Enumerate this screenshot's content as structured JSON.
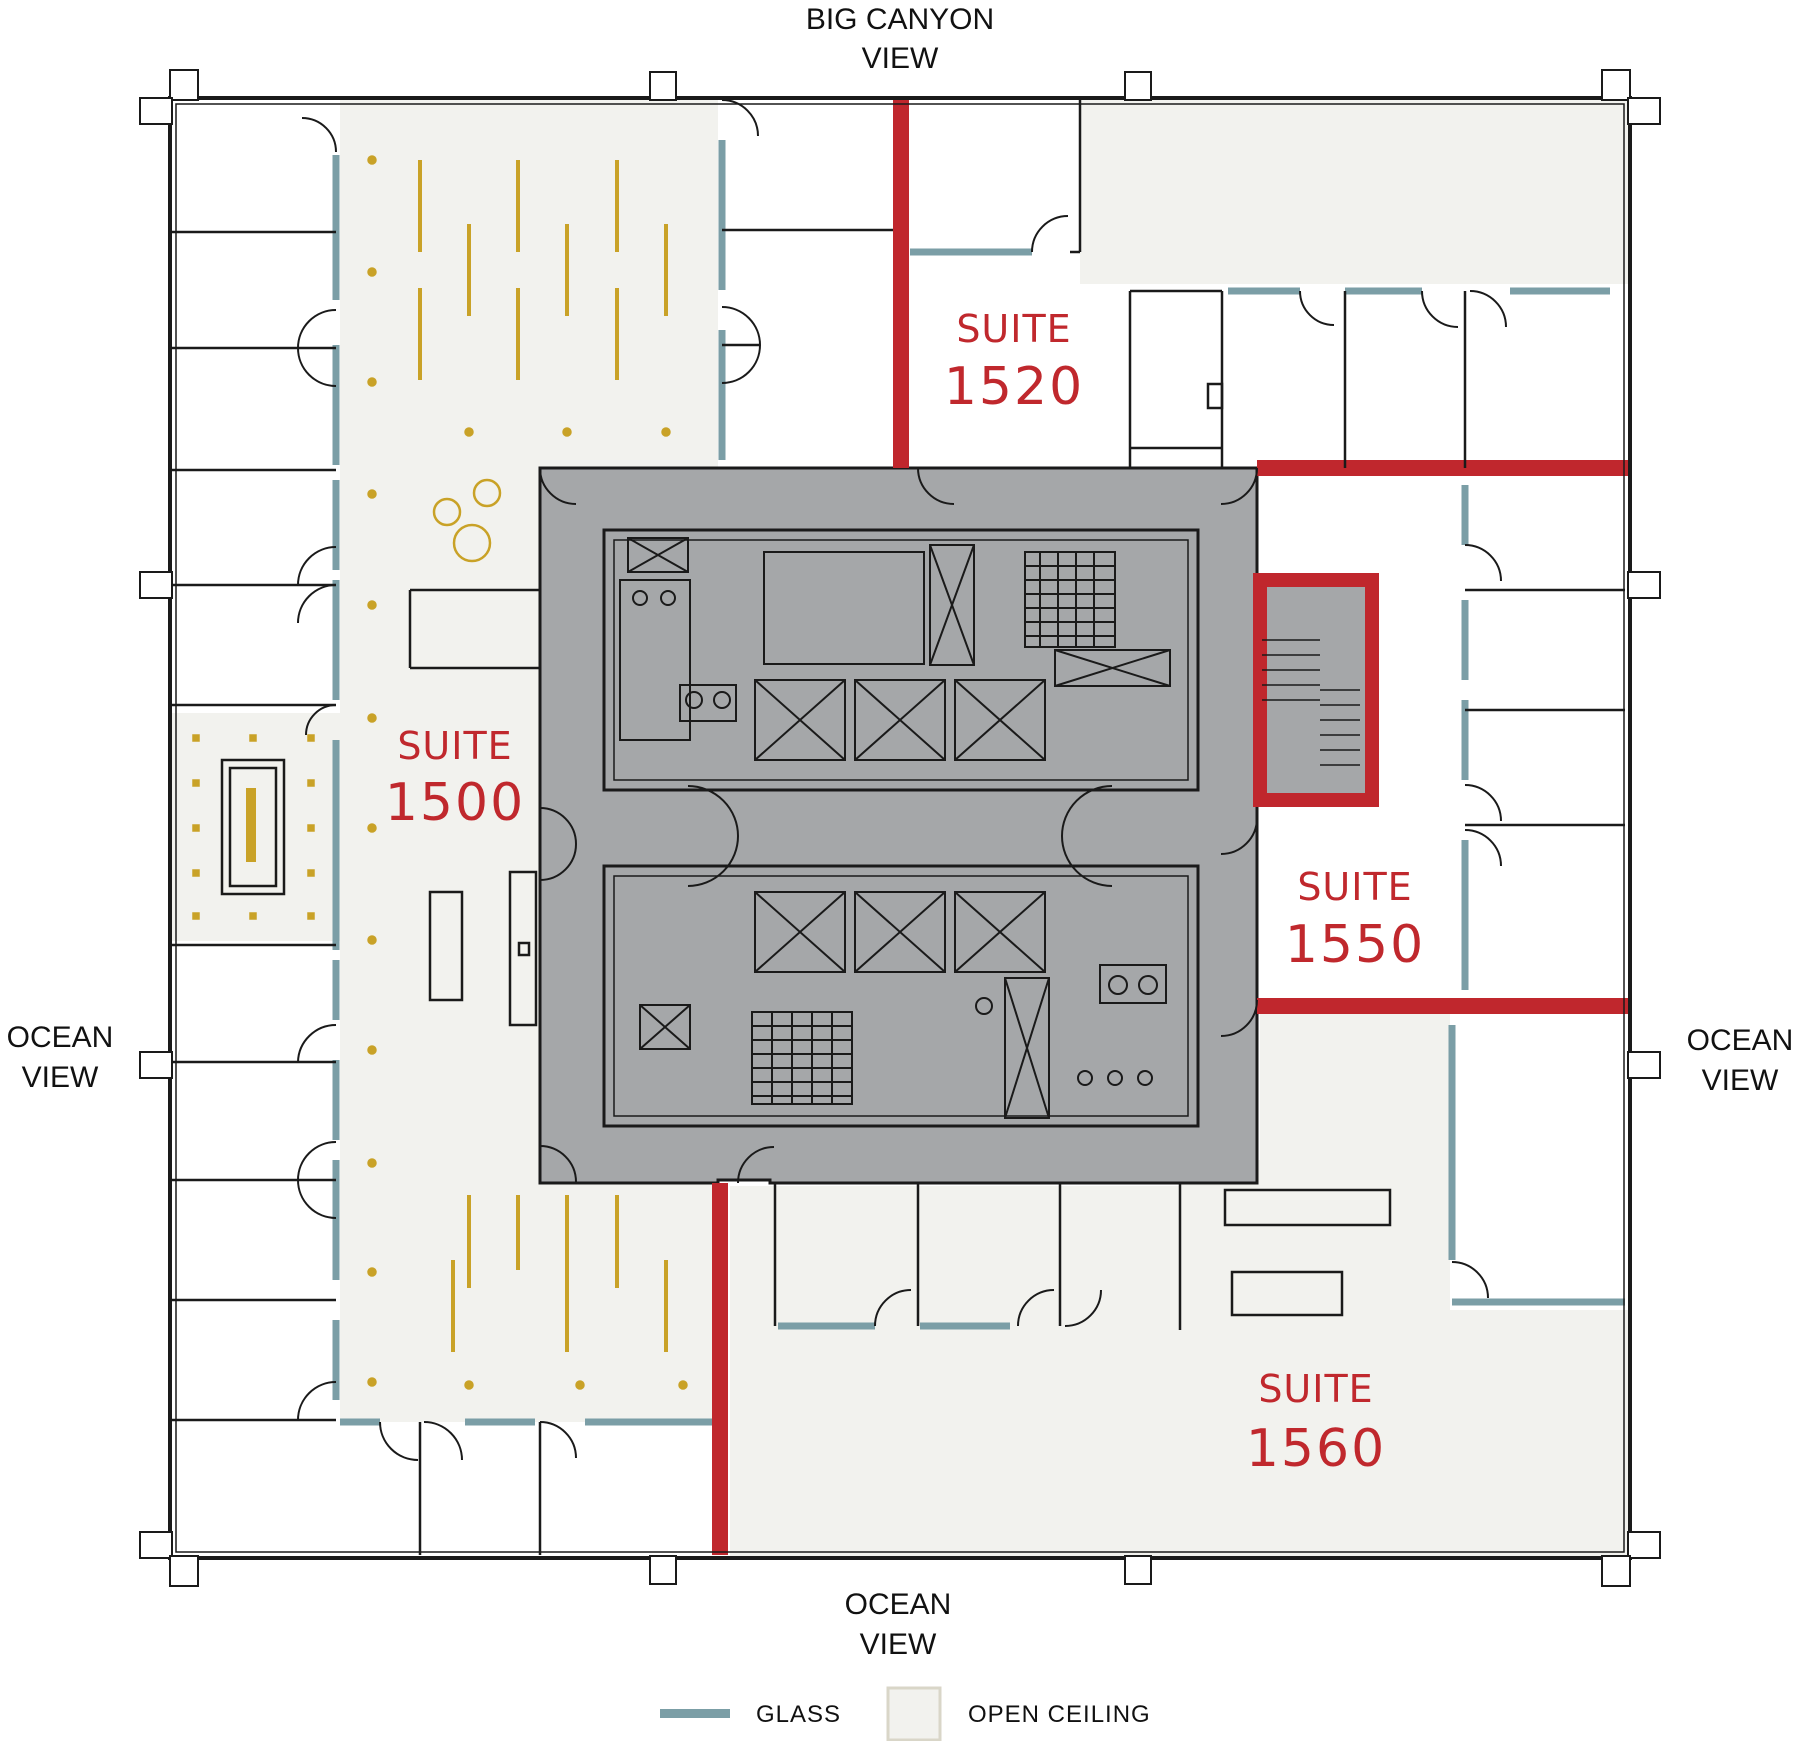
{
  "views": {
    "top_line1": "BIG CANYON",
    "top_line2": "VIEW",
    "left_line1": "OCEAN",
    "left_line2": "VIEW",
    "right_line1": "OCEAN",
    "right_line2": "VIEW",
    "bottom_line1": "OCEAN",
    "bottom_line2": "VIEW"
  },
  "suites": [
    {
      "word": "SUITE",
      "number": "1500"
    },
    {
      "word": "SUITE",
      "number": "1520"
    },
    {
      "word": "SUITE",
      "number": "1550"
    },
    {
      "word": "SUITE",
      "number": "1560"
    }
  ],
  "legend": {
    "glass_label": "GLASS",
    "open_ceiling_label": "OPEN CEILING"
  },
  "colors": {
    "suite_label": "#c0282d",
    "demising_wall": "#c0272d",
    "glass": "#7b9ea6",
    "open_ceiling": "#f2f2ee",
    "core": "#a5a7a9",
    "wall": "#1a1a1a",
    "fixture_gold": "#c9a227"
  }
}
